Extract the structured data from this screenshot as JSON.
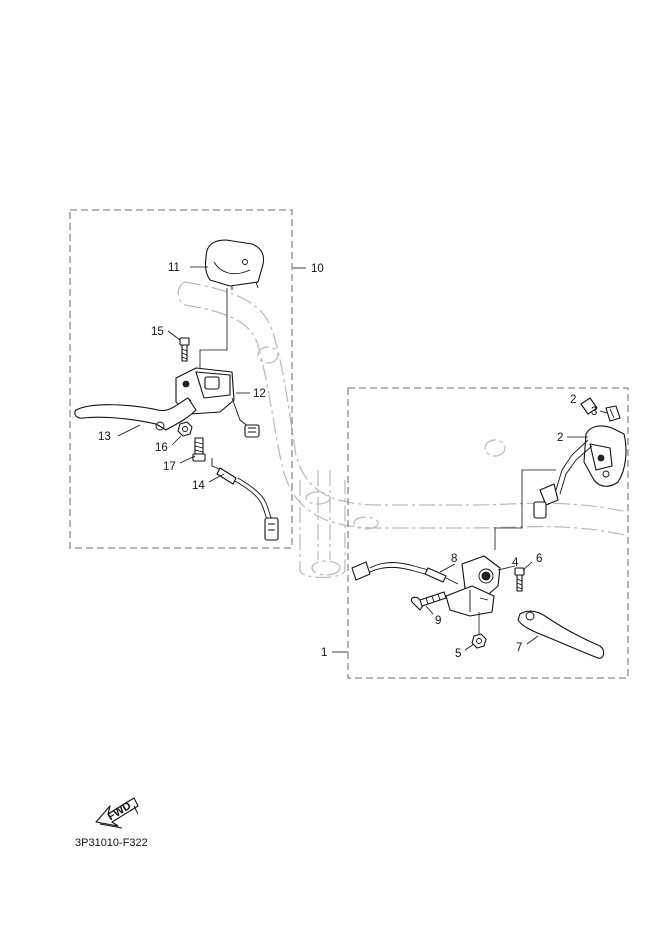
{
  "diagram": {
    "drawing_code": "3P31010-F322",
    "fwd_arrow_label": "FWD",
    "callouts": {
      "c1": "1",
      "c2a": "2",
      "c2b": "2",
      "c3": "3",
      "c4": "4",
      "c5": "5",
      "c6": "6",
      "c7": "7",
      "c8": "8",
      "c9": "9",
      "c10": "10",
      "c11": "11",
      "c12": "12",
      "c13": "13",
      "c14": "14",
      "c15": "15",
      "c16": "16",
      "c17": "17"
    }
  }
}
